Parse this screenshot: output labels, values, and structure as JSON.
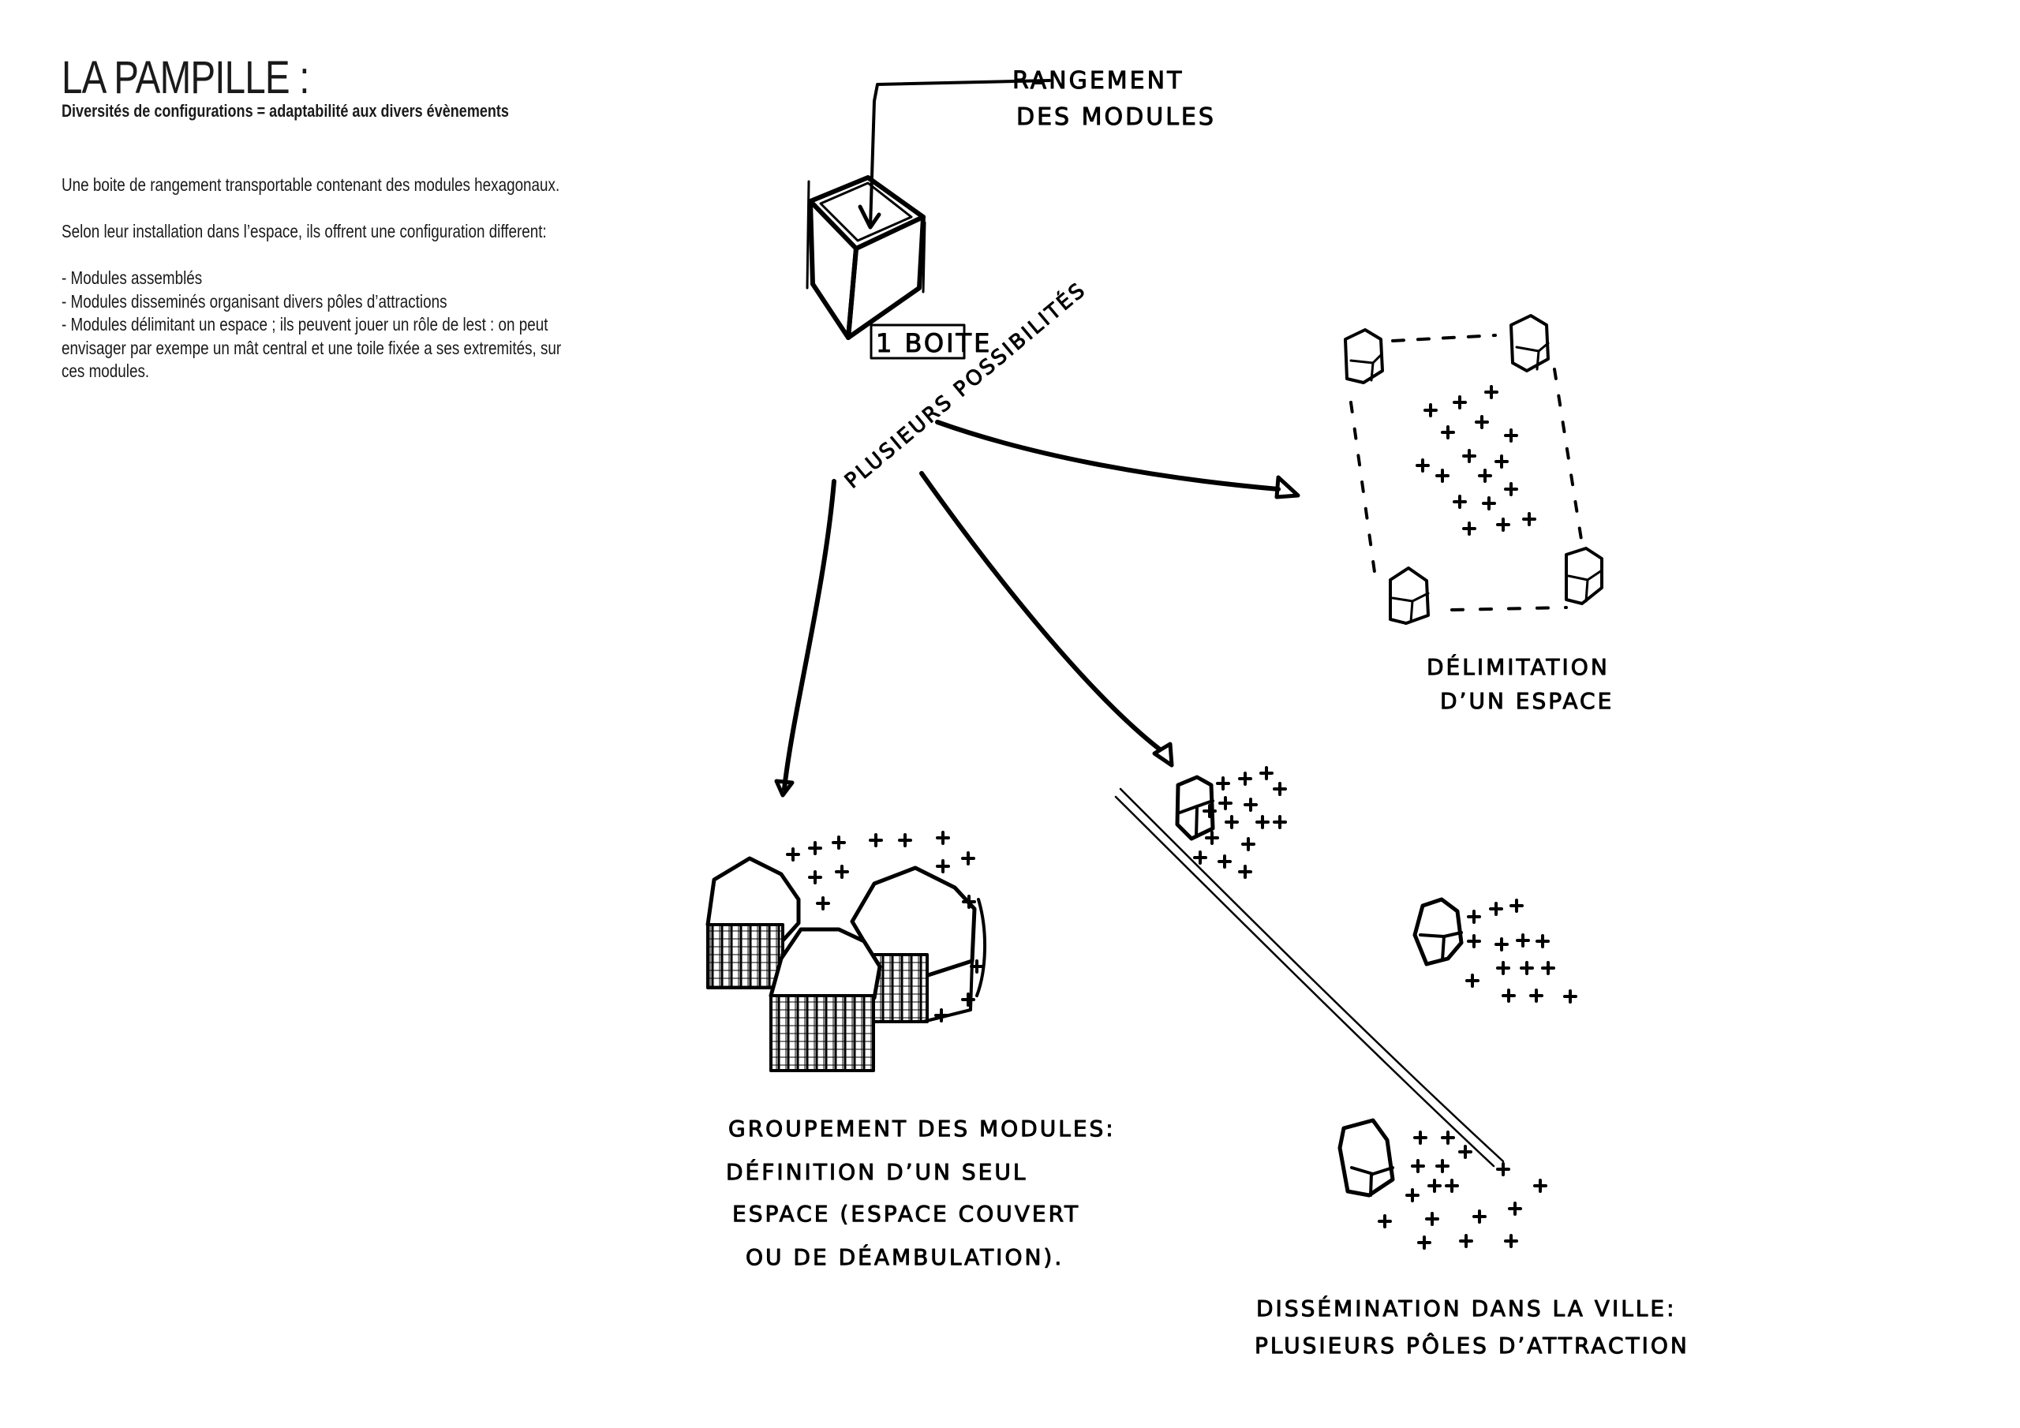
{
  "page": {
    "title": "LA PAMPILLE :",
    "subtitle": "Diversités de configurations = adaptabilité aux divers évènements"
  },
  "description": {
    "intro": "Une boite de rangement transportable contenant des modules hexagonaux.",
    "lead": "Selon leur installation dans l’espace, ils offrent une configuration different:",
    "items": [
      "- Modules assemblés",
      "- Modules disseminés organisant divers pôles d’attractions",
      "- Modules délimitant un espace ; ils peuvent jouer un rôle de lest : on peut",
      "envisager par exempe un mât central et une toile fixée a ses extremités, sur",
      "ces modules."
    ]
  },
  "sketch": {
    "storage_label": [
      "RANGEMENT",
      "DES MODULES"
    ],
    "box_label": "1 BOITE",
    "branch_label": "PLUSIEURS POSSIBILITÉS",
    "configurations": [
      {
        "id": "delimitation",
        "caption": [
          "DÉLIMITATION",
          "D’UN ESPACE"
        ]
      },
      {
        "id": "groupement",
        "caption": [
          "GROUPEMENT DES MODULES:",
          "DÉFINITION D’UN SEUL",
          "ESPACE (ESPACE COUVERT",
          "OU DE DÉAMBULATION)."
        ]
      },
      {
        "id": "dissemination",
        "caption": [
          "DISSÉMINATION DANS LA VILLE:",
          "PLUSIEURS PÔLES D’ATTRACTION"
        ]
      }
    ],
    "ink_color": "#000000"
  }
}
